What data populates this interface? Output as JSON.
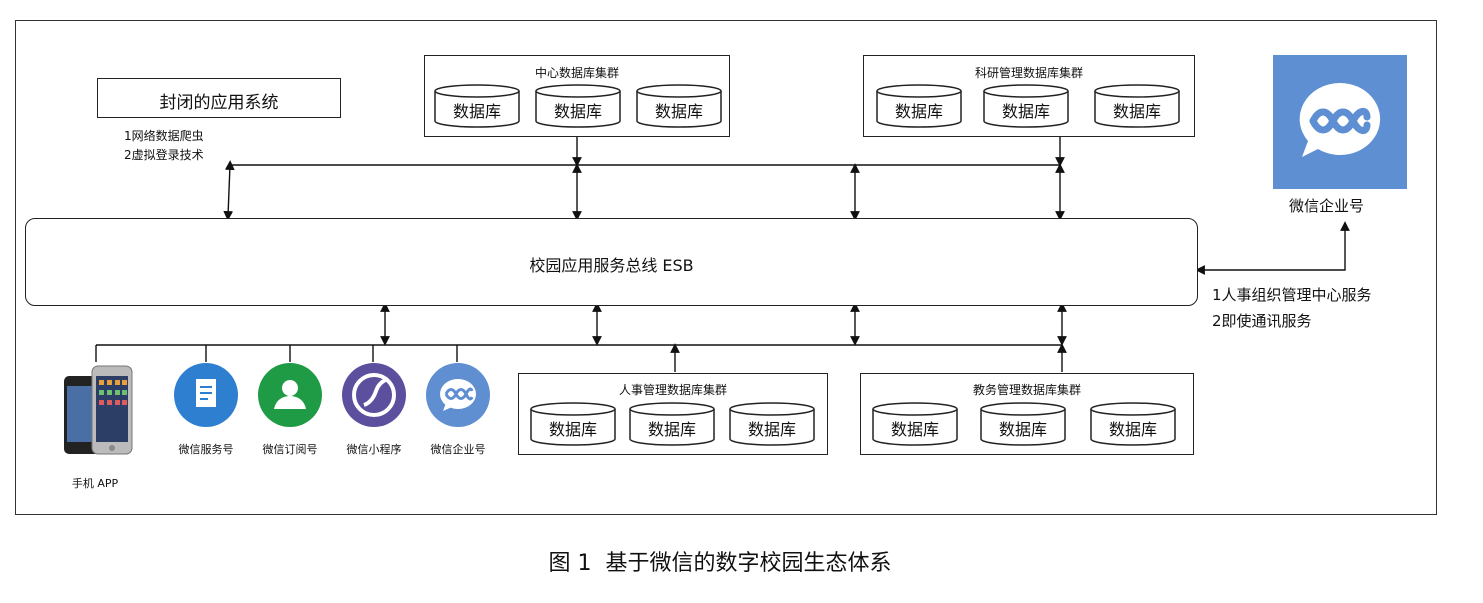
{
  "closed_system": {
    "label": "封闭的应用系统",
    "note_1": "1网络数据爬虫",
    "note_2": "2虚拟登录技术"
  },
  "clusters": {
    "center": {
      "title": "中心数据库集群",
      "dbs": [
        "数据库",
        "数据库",
        "数据库"
      ]
    },
    "research": {
      "title": "科研管理数据库集群",
      "dbs": [
        "数据库",
        "数据库",
        "数据库"
      ]
    },
    "hr": {
      "title": "人事管理数据库集群",
      "dbs": [
        "数据库",
        "数据库",
        "数据库"
      ]
    },
    "edu": {
      "title": "教务管理数据库集群",
      "dbs": [
        "数据库",
        "数据库",
        "数据库"
      ]
    }
  },
  "esb": {
    "label": "校园应用服务总线 ESB"
  },
  "wechat_enterprise": {
    "label": "微信企业号",
    "note_1": "1人事组织管理中心服务",
    "note_2": "2即使通讯服务"
  },
  "apps": {
    "phone": "手机 APP",
    "service": "微信服务号",
    "subscription": "微信订阅号",
    "miniprogram": "微信小程序",
    "enterprise": "微信企业号"
  },
  "caption": "图 1  基于微信的数字校园生态体系",
  "colors": {
    "service": "#2f7fd0",
    "subscription": "#1f9a45",
    "miniprogram": "#5b4f9e",
    "enterprise": "#5f8fd1",
    "wechat_logo_bg": "#5d8fd2"
  }
}
